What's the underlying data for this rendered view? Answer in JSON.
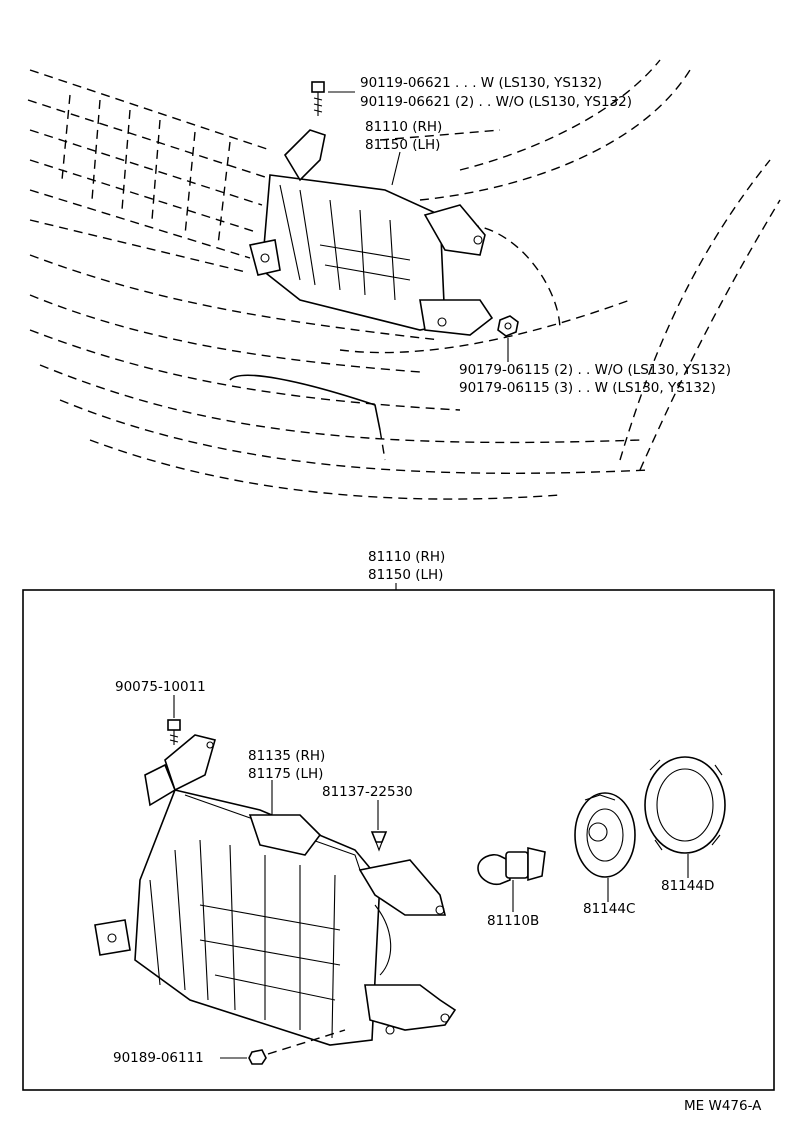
{
  "top_assembly": {
    "screw_line1": "90119-06621 . . . W (LS130, YS132)",
    "screw_line2": "90119-06621 (2) . . W/O (LS130, YS132)",
    "headlamp_rh": "81110 (RH)",
    "headlamp_lh": "81150 (LH)",
    "nut_line1": "90179-06115 (2) . . W/O (LS130, YS132)",
    "nut_line2": "90179-06115 (3) . . W (LS130, YS132)"
  },
  "detail_box": {
    "title_rh": "81110 (RH)",
    "title_lh": "81150 (LH)",
    "parts": {
      "adjust_screw": "90075-10011",
      "lens_rh": "81135 (RH)",
      "lens_lh": "81175 (LH)",
      "clip": "81137-22530",
      "bulb": "81110B",
      "socket": "81144C",
      "cover": "81144D",
      "nut": "90189-06111"
    }
  },
  "figure_code": "ME W476-A"
}
